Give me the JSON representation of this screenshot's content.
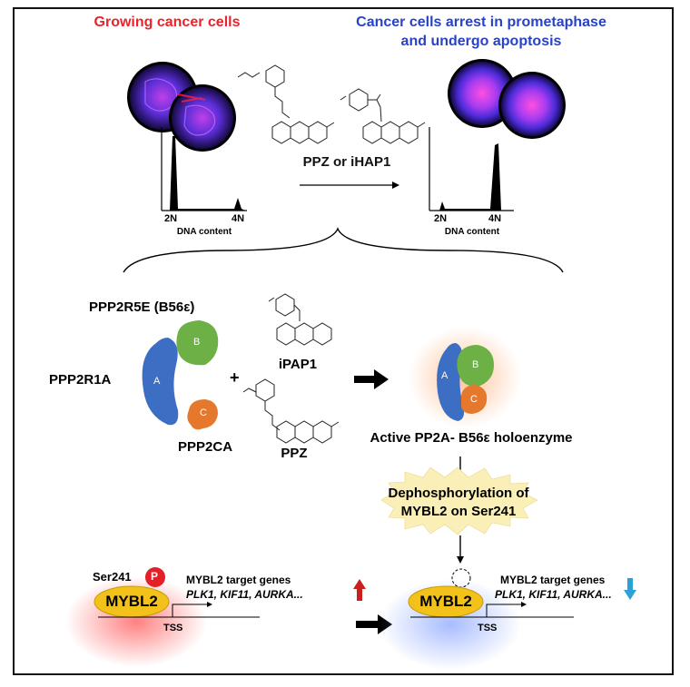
{
  "top": {
    "left_title": "Growing cancer cells",
    "right_title_line1": "Cancer cells arrest in prometaphase",
    "right_title_line2": "and undergo apoptosis",
    "drug_label": "PPZ or iHAP1",
    "histogram_left": {
      "tick_2n": "2N",
      "tick_4n": "4N",
      "xlabel": "DNA content"
    },
    "histogram_right": {
      "tick_2n": "2N",
      "tick_4n": "4N",
      "xlabel": "DNA content"
    }
  },
  "middle": {
    "b_subunit_gene": "PPP2R5E (B56ε)",
    "a_subunit_gene": "PPP2R1A",
    "c_subunit_gene": "PPP2CA",
    "subunit_a": "A",
    "subunit_b": "B",
    "subunit_c": "C",
    "plus": "+",
    "compound_1": "iPAP1",
    "compound_2": "PPZ",
    "product": "Active PP2A- B56ε holoenzyme",
    "starburst_line1": "Dephosphorylation of",
    "starburst_line2": "MYBL2 on Ser241"
  },
  "bottom": {
    "left": {
      "site": "Ser241",
      "phospho": "P",
      "protein": "MYBL2",
      "targets_title": "MYBL2 target genes",
      "targets_list": "PLK1, KIF11, AURKA...",
      "tss": "TSS"
    },
    "right": {
      "protein": "MYBL2",
      "targets_title": "MYBL2 target genes",
      "targets_list": "PLK1, KIF11, AURKA...",
      "tss": "TSS"
    }
  },
  "colors": {
    "red_title": "#e8242a",
    "blue_title": "#2842c8",
    "subunit_a": "#3c6fc4",
    "subunit_b": "#6cb046",
    "subunit_c": "#e6782e",
    "mybl2": "#f2c21a",
    "phospho": "#e41f26",
    "up_arrow": "#c8201e",
    "down_arrow": "#2aa2d6",
    "starburst": "#fbefb8"
  }
}
